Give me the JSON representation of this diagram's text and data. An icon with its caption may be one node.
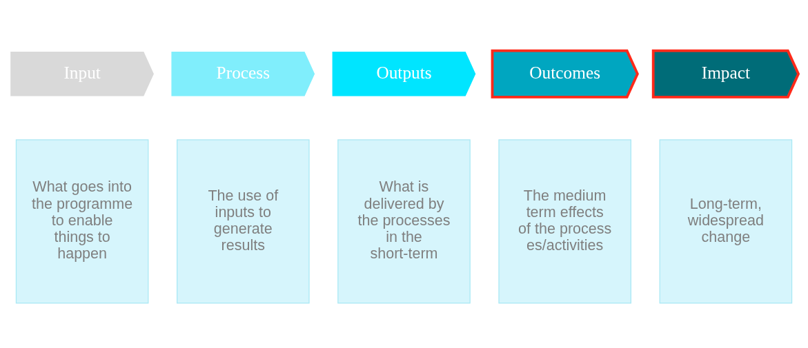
{
  "diagram": {
    "nodes": [
      {
        "text": [
          "Input"
        ]
      },
      {
        "text": [
          "Process"
        ]
      },
      {
        "text": [
          "Outputs"
        ]
      },
      {
        "text": [
          "Outcomes"
        ]
      },
      {
        "text": [
          "Impact"
        ]
      },
      {
        "text": [
          "What goes into the programme to enable things to happen"
        ]
      },
      {
        "text": [
          "The use of inputs to generate results"
        ]
      },
      {
        "text": [
          "What is delivered by the processes in the short-term"
        ]
      },
      {
        "text": [
          "The medium term effects of the processes/activities"
        ]
      },
      {
        "text": [
          "Long-term, widespread change"
        ]
      }
    ]
  }
}
